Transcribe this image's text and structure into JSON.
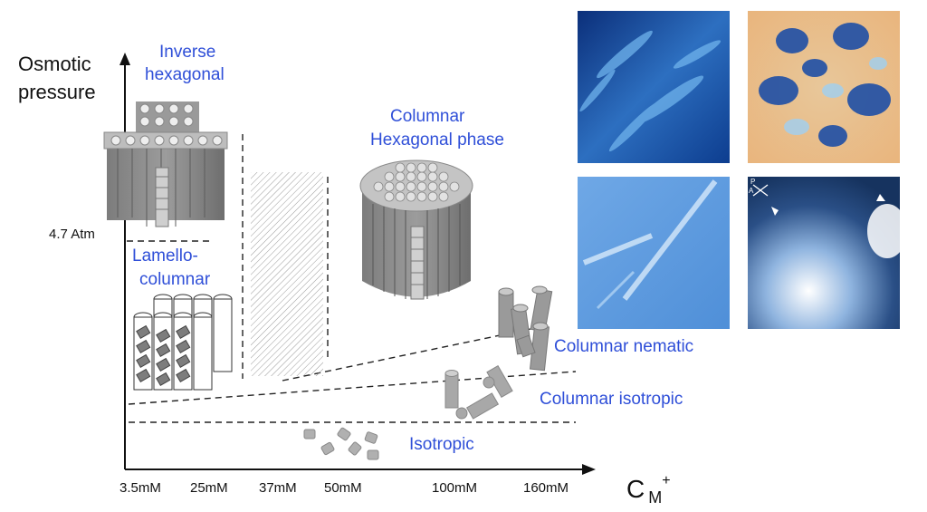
{
  "axes": {
    "y_title_line1": "Osmotic",
    "y_title_line2": "pressure",
    "x_title_main": "C",
    "x_title_sub": "M",
    "x_title_sup": "+",
    "y_tick": "4.7 Atm",
    "x_ticks": [
      "3.5mM",
      "25mM",
      "37mM",
      "50mM",
      "100mM",
      "160mM"
    ]
  },
  "phases": {
    "inverse_hexagonal_1": "Inverse",
    "inverse_hexagonal_2": "hexagonal",
    "columnar_hexagonal_1": "Columnar",
    "columnar_hexagonal_2": "Hexagonal phase",
    "lamello_1": "Lamello-",
    "lamello_2": "columnar",
    "columnar_nematic": "Columnar nematic",
    "columnar_isotropic": "Columnar isotropic",
    "isotropic": "Isotropic"
  },
  "micrograph_marks": {
    "polarizer": "P",
    "analyzer": "A"
  },
  "colors": {
    "label_blue": "#2f4fd8",
    "cylinder_grey": "#8c8c8c",
    "cylinder_light": "#b8b8b8",
    "axis": "#111111"
  }
}
